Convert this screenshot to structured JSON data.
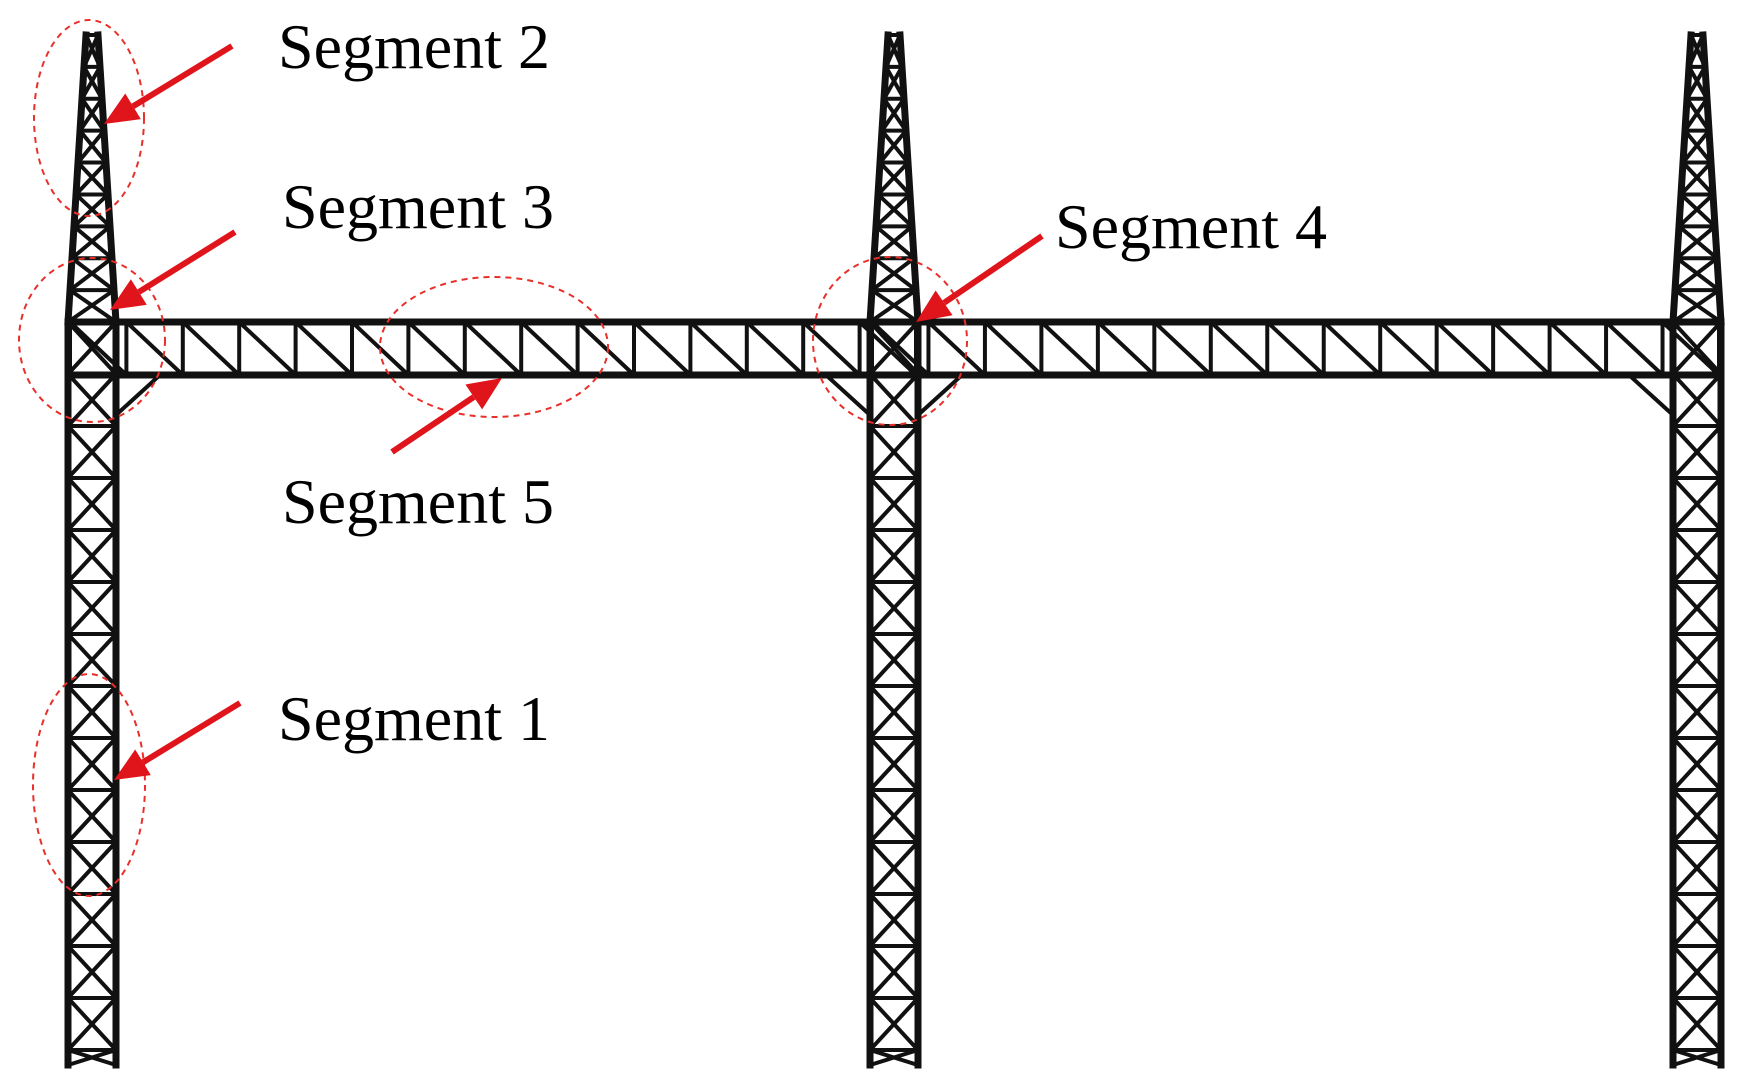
{
  "labels": {
    "segment_1": "Segment 1",
    "segment_2": "Segment 2",
    "segment_3": "Segment 3",
    "segment_4": "Segment 4",
    "segment_5": "Segment 5"
  },
  "colors": {
    "structure": "#111111",
    "highlight": "#e8302a",
    "arrow": "#e0141b",
    "background": "#ffffff"
  },
  "structure": {
    "towers": 3,
    "beam_spans": 2
  }
}
